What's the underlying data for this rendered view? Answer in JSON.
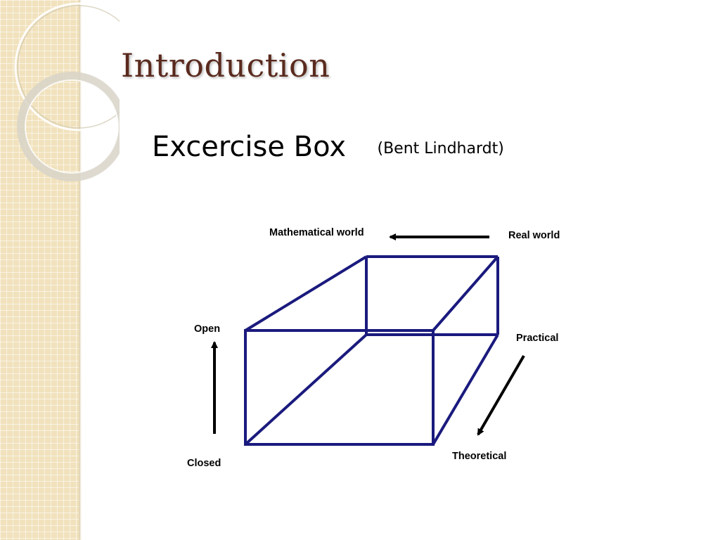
{
  "slide": {
    "title": "Introduction",
    "subtitle": "Excercise Box",
    "author": "(Bent Lindhardt)"
  },
  "diagram": {
    "labels": {
      "mathematical_world": "Mathematical world",
      "real_world": "Real world",
      "open": "Open",
      "closed": "Closed",
      "practical": "Practical",
      "theoretical": "Theoretical"
    },
    "box_color": "#1a1a7e",
    "arrow_color": "#000000"
  },
  "theme": {
    "title_color": "#5a2a1e",
    "panel_color": "#f1e2bd"
  }
}
